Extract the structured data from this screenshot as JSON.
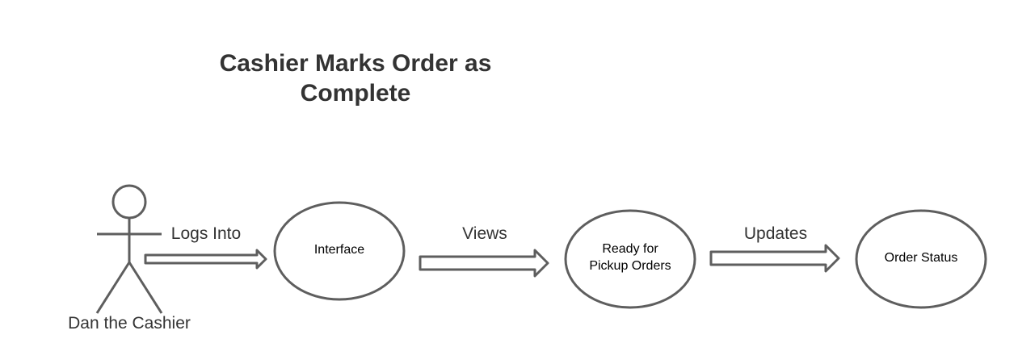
{
  "title": {
    "line1": "Cashier Marks Order as",
    "line2": "Complete"
  },
  "actor": {
    "label": "Dan the Cashier"
  },
  "edges": [
    {
      "label": "Logs Into"
    },
    {
      "label": "Views"
    },
    {
      "label": "Updates"
    }
  ],
  "nodes": [
    {
      "lines": [
        "Interface"
      ]
    },
    {
      "lines": [
        "Ready for",
        "Pickup Orders"
      ]
    },
    {
      "lines": [
        "Order Status"
      ]
    }
  ],
  "colors": {
    "stroke": "#5e5e5e",
    "text": "#333333",
    "background": "#ffffff"
  }
}
